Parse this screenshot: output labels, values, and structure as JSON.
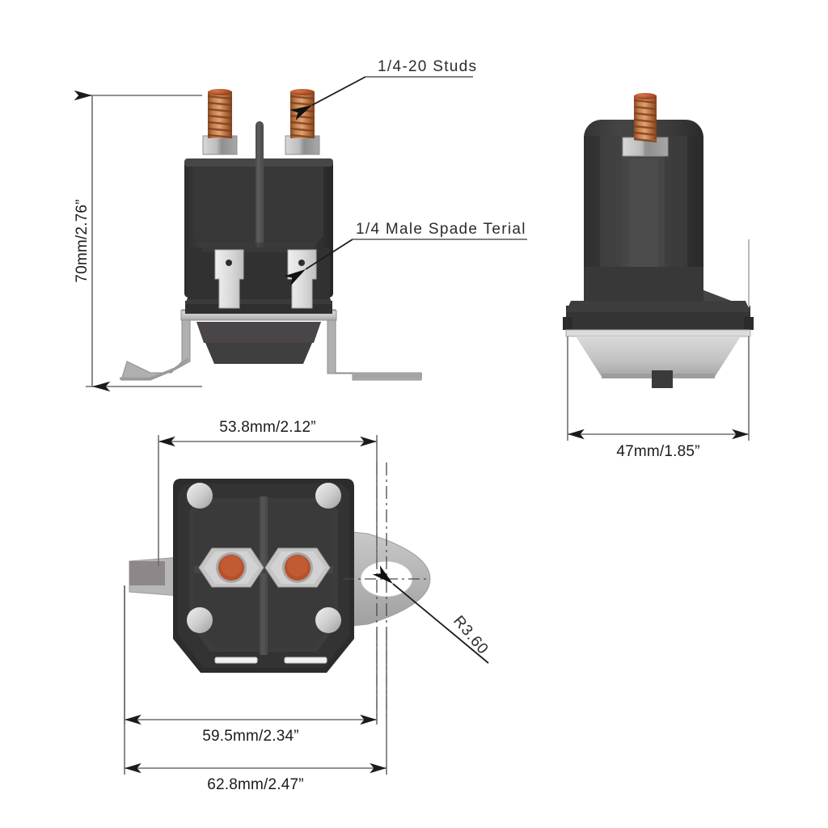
{
  "drawing": {
    "title": "Solenoid relay dimensioned technical drawing",
    "background_color": "#ffffff",
    "line_color": "#6f6f6f",
    "text_color": "#1b1b1b"
  },
  "annotations": {
    "studs_label": "1/4-20 Studs",
    "spade_label": "1/4 Male Spade Terial",
    "radius_label": "R3.60"
  },
  "dimensions": {
    "height": "70mm/2.76”",
    "front_width": "53.8mm/2.12”",
    "side_width": "47mm/1.85”",
    "mount_span": "59.5mm/2.34”",
    "overall_width": "62.8mm/2.47”"
  },
  "views": {
    "front": {
      "name": "front-view"
    },
    "side": {
      "name": "side-view"
    },
    "top": {
      "name": "top-view"
    }
  },
  "palette": {
    "body_dark": "#3a3a3a",
    "body_darker": "#2e2e2e",
    "body_mid": "#4a4a4a",
    "copper": "#b9713f",
    "copper_dark": "#8a4c27",
    "copper_light": "#d79566",
    "metal": "#c9c9c9",
    "metal_dark": "#9a9a9a",
    "metal_light": "#e4e4e4",
    "bracket": "#a9a9a9",
    "dim_line": "#6f6f6f"
  }
}
